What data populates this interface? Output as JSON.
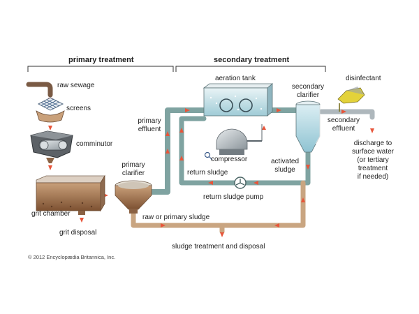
{
  "sections": {
    "primary": "primary treatment",
    "secondary": "secondary treatment"
  },
  "labels": {
    "raw_sewage": "raw sewage",
    "screens": "screens",
    "comminutor": "comminutor",
    "grit_chamber": "grit chamber",
    "grit_disposal": "grit disposal",
    "primary_clarifier": [
      "primary",
      "clarifier"
    ],
    "primary_effluent": [
      "primary",
      "effluent"
    ],
    "aeration_tank": "aeration tank",
    "compressor": "compressor",
    "secondary_clarifier": [
      "secondary",
      "clarifier"
    ],
    "disinfectant": "disinfectant",
    "secondary_effluent": [
      "secondary",
      "effluent"
    ],
    "discharge": [
      "discharge to",
      "surface water",
      "(or tertiary",
      "treatment",
      "if needed)"
    ],
    "activated_sludge": [
      "activated",
      "sludge"
    ],
    "return_sludge": "return sludge",
    "return_sludge_pump": "return sludge pump",
    "raw_or_primary_sludge": "raw or primary sludge",
    "sludge_treatment": "sludge treatment and disposal"
  },
  "copyright": "© 2012 Encyclopædia Britannica, Inc.",
  "colors": {
    "pipe": "#7fa3a1",
    "pipe_dark": "#5e8583",
    "flow_arrow": "#e8553a",
    "water": "#b9dde6",
    "sludge": "#9a6a48",
    "machine_gray": "#9aa1a6",
    "disinfectant_yellow": "#e3d23a"
  }
}
